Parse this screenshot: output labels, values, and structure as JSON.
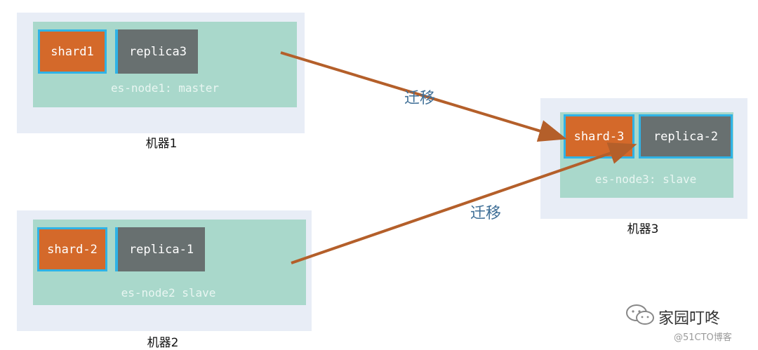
{
  "machines": {
    "m1": {
      "label": "机器1",
      "node_label": "es-node1: master",
      "shard": "shard1",
      "replica": "replica3"
    },
    "m2": {
      "label": "机器2",
      "node_label": "es-node2 slave",
      "shard": "shard-2",
      "replica": "replica-1"
    },
    "m3": {
      "label": "机器3",
      "node_label": "es-node3: slave",
      "shard": "shard-3",
      "replica": "replica-2"
    }
  },
  "migrations": [
    {
      "label": "迁移"
    },
    {
      "label": "迁移"
    }
  ],
  "watermark": {
    "brand": "家园叮咚",
    "site": "@51CTO博客",
    "icon": "wechat-icon"
  },
  "colors": {
    "shard": "#d4692a",
    "replica": "#687070",
    "highlight_border": "#2fb3e6",
    "node_bg": "#a9d8cb",
    "machine_bg": "#e8edf6",
    "arrow": "#b45f2a"
  }
}
